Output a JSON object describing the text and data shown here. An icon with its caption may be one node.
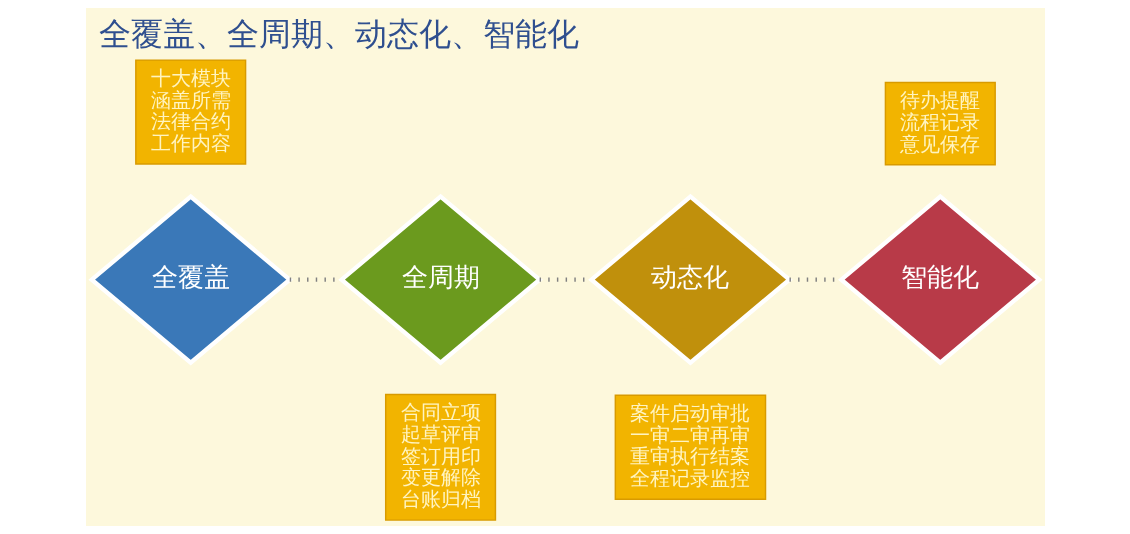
{
  "diagram": {
    "title": "全覆盖、全周期、动态化、智能化",
    "nodes": [
      {
        "text": [
          "全覆盖"
        ]
      },
      {
        "text": [
          "十大模块涵盖所需法律合约工作内容"
        ]
      },
      {
        "text": [
          "合同立项起草评审签订用印变更解除台账归档"
        ]
      },
      {
        "text": [
          "全周期"
        ]
      },
      {
        "text": [
          "动态化"
        ]
      },
      {
        "text": [
          "案件启动审批一审二审再审重审执行结案全程记录监控"
        ]
      },
      {
        "text": [
          "待办提醒流程记录意见保存"
        ]
      },
      {
        "text": [
          "智能化"
        ]
      }
    ],
    "edges": [
      {
        "from": 0,
        "to": 3,
        "arrow": "none",
        "style": "dashed"
      },
      {
        "from": 3,
        "to": 4,
        "arrow": "none",
        "style": "dashed"
      },
      {
        "from": 4,
        "to": 7,
        "arrow": "none",
        "style": "dashed"
      }
    ]
  }
}
